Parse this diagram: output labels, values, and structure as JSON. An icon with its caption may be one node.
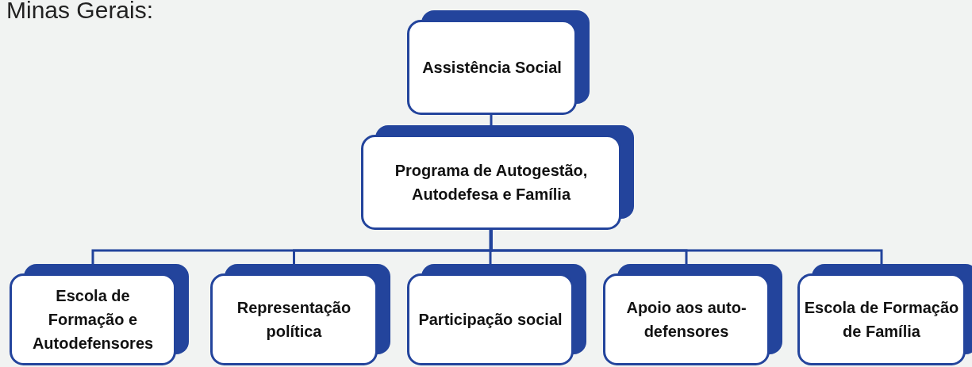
{
  "diagram": {
    "nodes": [
      {
        "text": [
          "Assistência Social"
        ]
      },
      {
        "text": [
          "Programa de Autogestão, Autodefesa e Família"
        ]
      },
      {
        "text": [
          "Escola de Formação e Autodefensores"
        ]
      },
      {
        "text": [
          "Representação política"
        ]
      },
      {
        "text": [
          "Participação social"
        ]
      },
      {
        "text": [
          "Apoio aos auto-defensores"
        ]
      },
      {
        "text": [
          "Escola de Formação de Família"
        ]
      }
    ],
    "edges": [
      {
        "from": 0,
        "to": 1,
        "arrow": "none"
      },
      {
        "from": 1,
        "to": 2,
        "arrow": "none"
      },
      {
        "from": 1,
        "to": 3,
        "arrow": "none"
      },
      {
        "from": 1,
        "to": 4,
        "arrow": "none"
      },
      {
        "from": 1,
        "to": 5,
        "arrow": "none"
      },
      {
        "from": 1,
        "to": 6,
        "arrow": "none"
      }
    ],
    "labels": [
      "Minas Gerais:"
    ]
  }
}
